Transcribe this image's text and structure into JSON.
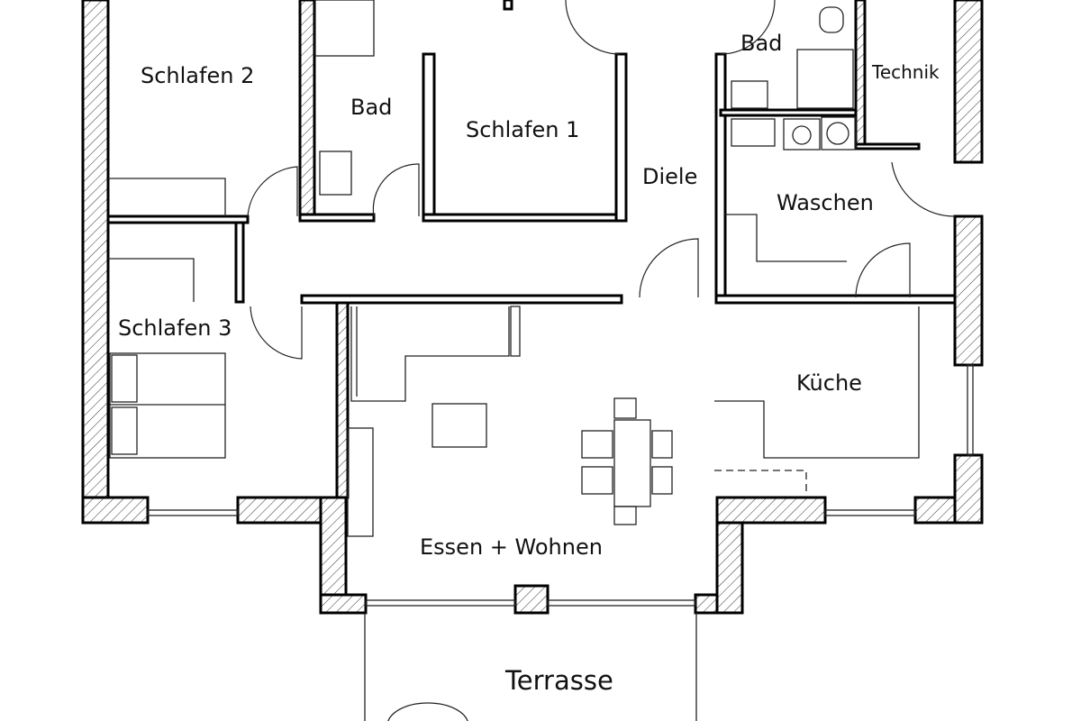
{
  "plan": {
    "rooms": {
      "schlafen2": "Schlafen 2",
      "bad1": "Bad",
      "schlafen1": "Schlafen 1",
      "bad2": "Bad",
      "technik": "Technik",
      "diele": "Diele",
      "waschen": "Waschen",
      "schlafen3": "Schlafen 3",
      "kueche": "Küche",
      "essen_wohnen": "Essen + Wohnen",
      "terrasse": "Terrasse"
    }
  }
}
